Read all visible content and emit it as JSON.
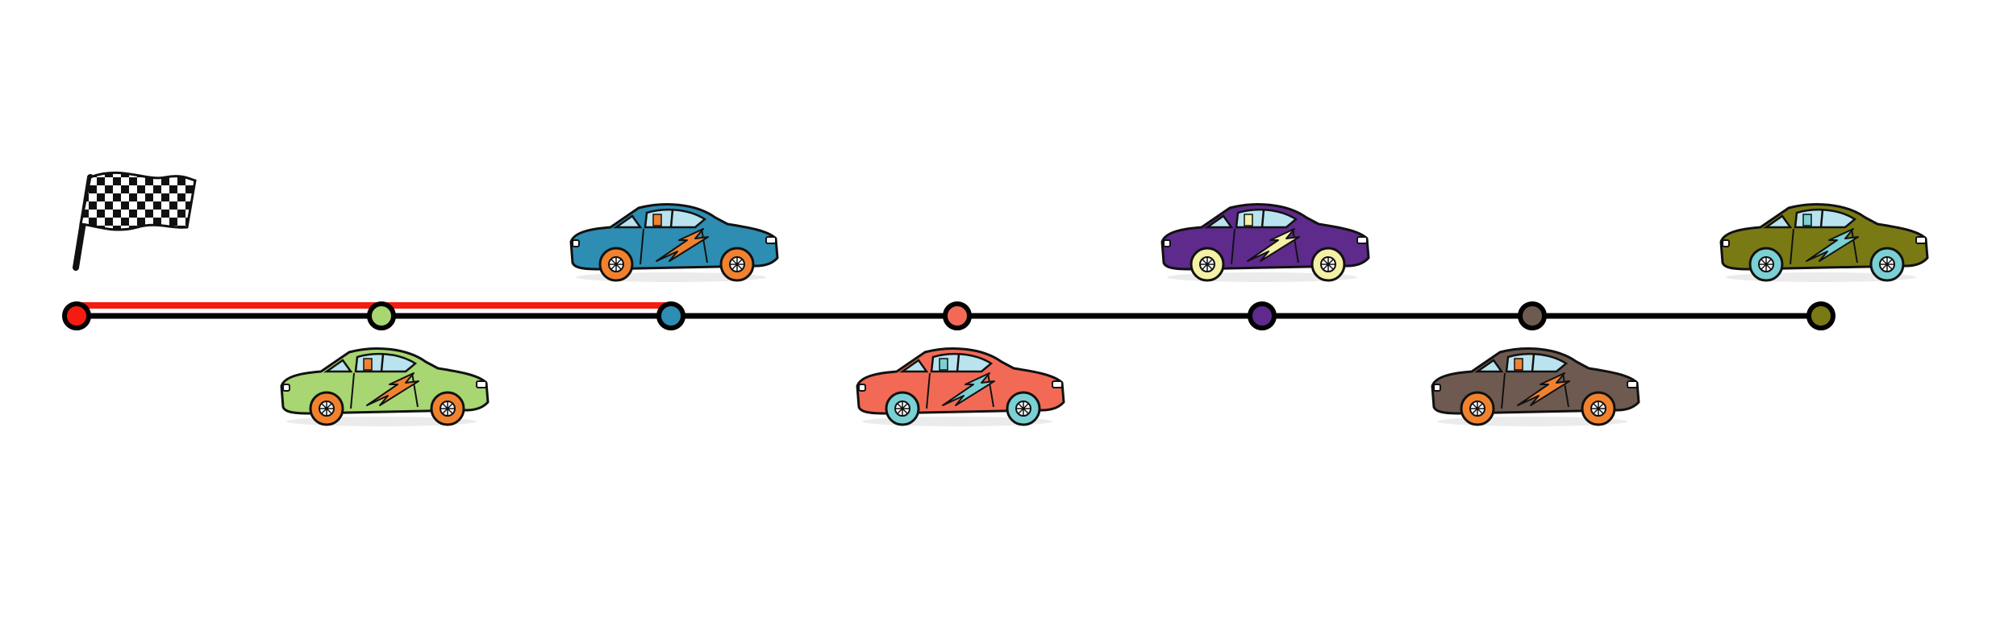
{
  "timeline": {
    "line_color": "#000000",
    "progress_color": "#f41c12",
    "progress_reaches_milestone": 3,
    "milestones": [
      {
        "id": "start",
        "color": "#f41c12"
      },
      {
        "id": "m2",
        "color": "#a8d672"
      },
      {
        "id": "m3",
        "color": "#2e8db2"
      },
      {
        "id": "m4",
        "color": "#f26a55"
      },
      {
        "id": "m5",
        "color": "#5e2a8c"
      },
      {
        "id": "m6",
        "color": "#6e5a50"
      },
      {
        "id": "m7",
        "color": "#7a7a14"
      }
    ]
  },
  "start_flag": {
    "icon": "checkered-flag-icon"
  },
  "cars": [
    {
      "milestone": 2,
      "placement": "below",
      "body": "#a8d672",
      "wheels": "#f0822f",
      "bolt": "#f0822f"
    },
    {
      "milestone": 3,
      "placement": "above",
      "body": "#2e8db2",
      "wheels": "#f0822f",
      "bolt": "#f0822f"
    },
    {
      "milestone": 4,
      "placement": "below",
      "body": "#f26a55",
      "wheels": "#7ad0d2",
      "bolt": "#7ad0d2"
    },
    {
      "milestone": 5,
      "placement": "above",
      "body": "#5e2a8c",
      "wheels": "#f4f0a6",
      "bolt": "#f4f0a6"
    },
    {
      "milestone": 6,
      "placement": "below",
      "body": "#6e5a50",
      "wheels": "#f0822f",
      "bolt": "#f0822f"
    },
    {
      "milestone": 7,
      "placement": "above",
      "body": "#7a7a14",
      "wheels": "#7ad0d2",
      "bolt": "#7ad0d2"
    }
  ]
}
